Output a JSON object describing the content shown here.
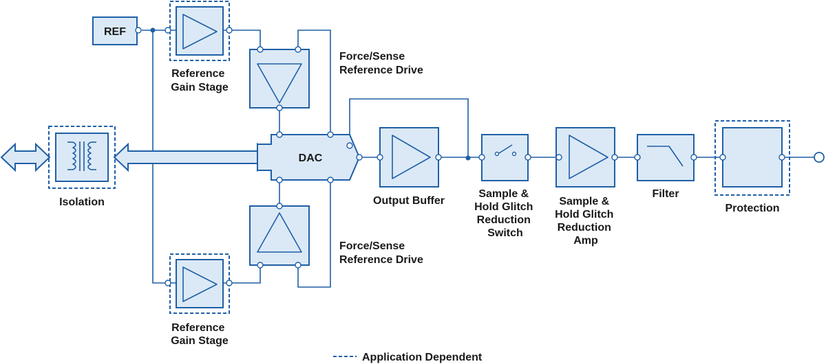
{
  "blocks": {
    "ref": "REF",
    "dac": "DAC"
  },
  "labels": {
    "ref_gain_top": [
      "Reference",
      "Gain Stage"
    ],
    "force_sense_top": [
      "Force/Sense",
      "Reference Drive"
    ],
    "isolation": "Isolation",
    "output_buffer": "Output Buffer",
    "sh_switch": [
      "Sample &",
      "Hold Glitch",
      "Reduction",
      "Switch"
    ],
    "sh_amp": [
      "Sample &",
      "Hold Glitch",
      "Reduction",
      "Amp"
    ],
    "filter": "Filter",
    "protection": "Protection",
    "force_sense_bottom": [
      "Force/Sense",
      "Reference Drive"
    ],
    "ref_gain_bottom": [
      "Reference",
      "Gain Stage"
    ]
  },
  "legend": {
    "application_dependent": "Application Dependent"
  },
  "colors": {
    "stroke": "#1f5fa6",
    "fill": "#dbe9f6"
  }
}
